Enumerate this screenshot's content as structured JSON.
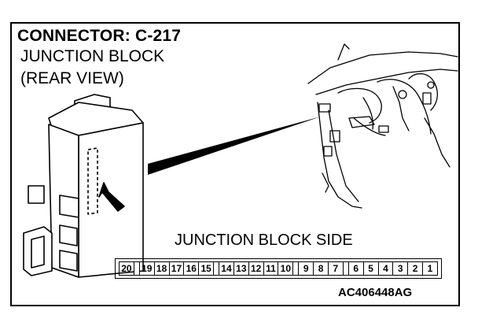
{
  "title": "CONNECTOR: C-217",
  "subtitle_line1": "JUNCTION BLOCK",
  "subtitle_line2": "(REAR VIEW)",
  "side_label": "JUNCTION BLOCK SIDE",
  "figure_code": "AC406448AG",
  "pins": [
    "20",
    "19",
    "18",
    "17",
    "16",
    "15",
    "14",
    "13",
    "12",
    "11",
    "10",
    "9",
    "8",
    "7",
    "6",
    "5",
    "4",
    "3",
    "2",
    "1"
  ]
}
